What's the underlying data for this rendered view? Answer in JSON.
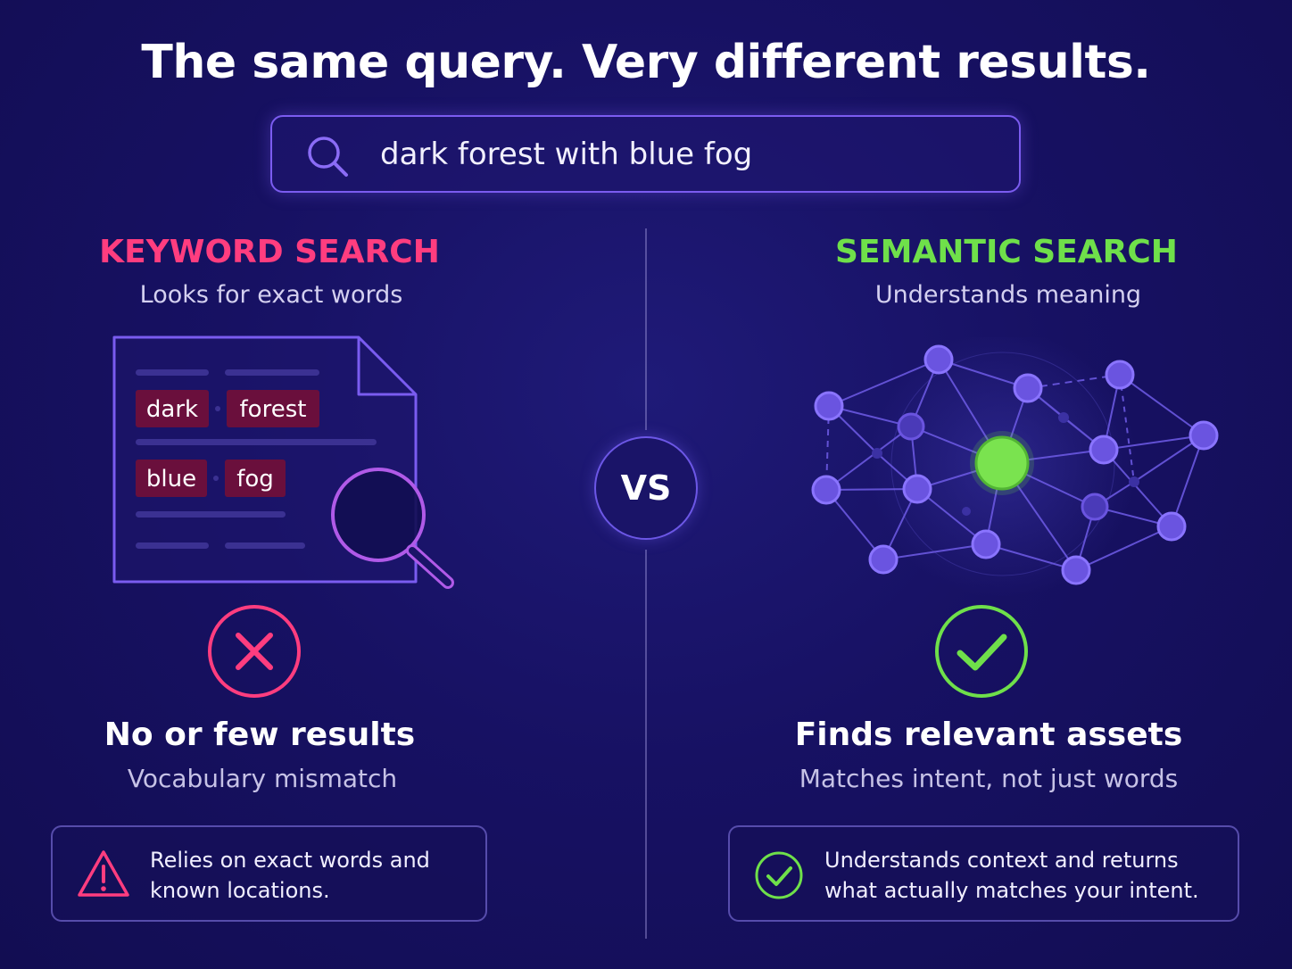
{
  "title": "The same query. Very different results.",
  "search": {
    "query": "dark forest with blue fog",
    "icon": "search-icon"
  },
  "keyword": {
    "title": "KEYWORD SEARCH",
    "subtitle": "Looks for exact words",
    "tags": [
      "dark",
      "forest",
      "blue",
      "fog"
    ],
    "result_title": "No or few results",
    "result_subtitle": "Vocabulary mismatch",
    "note_line1": "Relies on exact words and",
    "note_line2": "known locations.",
    "accent": "#ff3d7f",
    "tag_bg": "#6a0f3c"
  },
  "vs_label": "VS",
  "semantic": {
    "title": "SEMANTIC SEARCH",
    "subtitle": "Understands meaning",
    "result_title": "Finds relevant assets",
    "result_subtitle": "Matches intent, not just words",
    "note_line1": "Understands context and returns",
    "note_line2": "what actually matches your intent.",
    "accent": "#6fe04a",
    "node_color": "#6a54e0"
  }
}
